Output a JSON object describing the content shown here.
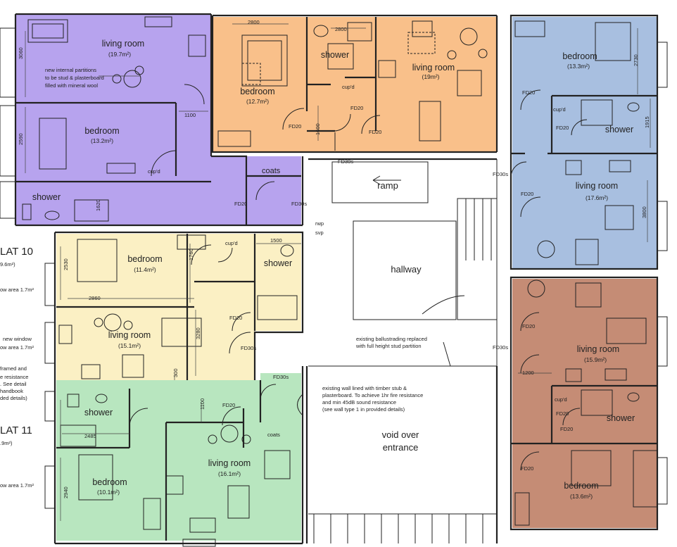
{
  "colors": {
    "purple": "#b7a3ee",
    "orange": "#f9c08a",
    "blue": "#a8bfe0",
    "yellow": "#fbf0c4",
    "green": "#b8e6bf",
    "brown": "#c58c75"
  },
  "flat_labels": {
    "flat10_title": "LAT 10",
    "flat10_area": "9.6m²)",
    "flat10_win1": "ow area 1.7m²",
    "flat10_win2a": "new window",
    "flat10_win2b": "ow area 1.7m²",
    "flat10_note1": "framed and",
    "flat10_note2": "e resistance",
    "flat10_note3": ". See detail",
    "flat10_note4": "handbook",
    "flat10_note5": "ded details)",
    "flat11_title": "LAT 11",
    "flat11_area": ".9m²)",
    "flat11_win": "ow area 1.7m²"
  },
  "purple_flat": {
    "living": "living room",
    "living_area": "(19.7m²)",
    "bedroom": "bedroom",
    "bedroom_area": "(13.2m²)",
    "shower": "shower",
    "cupd": "cup'd",
    "coats": "coats",
    "fd20": "FD20",
    "fd30s": "FD30s",
    "note1": "new internal partitions",
    "note2": "to be stud & plasterboard",
    "note3": "filled with mineral wool",
    "dim_3060": "3060",
    "dim_2590": "2590",
    "dim_1100": "1100",
    "dim_1620": "1620"
  },
  "orange_flat": {
    "bedroom": "bedroom",
    "bedroom_area": "(12.7m²)",
    "shower": "shower",
    "cupd": "cup'd",
    "living": "living room",
    "living_area": "(19m²)",
    "fd20a": "FD20",
    "fd20b": "FD20",
    "fd20c": "FD20",
    "fd30s": "FD30s",
    "dim_2800a": "2800",
    "dim_2800b": "2800",
    "dim_1600": "1600"
  },
  "blue_flat": {
    "bedroom": "bedroom",
    "bedroom_area": "(13.3m²)",
    "cupd": "cup'd",
    "shower": "shower",
    "living": "living room",
    "living_area": "(17.6m²)",
    "fd20a": "FD20",
    "fd20b": "FD20",
    "fd20c": "FD20",
    "fd30s": "FD30s",
    "dim_2730": "2730",
    "dim_1915": "1915",
    "dim_3800": "3800"
  },
  "yellow_flat": {
    "bedroom": "bedroom",
    "bedroom_area": "(11.4m²)",
    "cupd": "cup'd",
    "shower": "shower",
    "living": "living room",
    "living_area": "(15.1m²)",
    "fd20": "FD20",
    "fd30s": "FD30s",
    "dim_2530": "2530",
    "dim_1760": "1760",
    "dim_1500": "1500",
    "dim_2860": "2860",
    "dim_3280": "3280",
    "dim_300": "300"
  },
  "green_flat": {
    "shower": "shower",
    "bedroom": "bedroom",
    "bedroom_area": "(10.1m²)",
    "living": "living room",
    "living_area": "(16.1m²)",
    "coats": "coats",
    "fd20": "FD20",
    "fd30s": "FD30s",
    "dim_2485": "2485",
    "dim_2940": "2940",
    "dim_1100": "1100"
  },
  "brown_flat": {
    "living": "living room",
    "living_area": "(15.9m²)",
    "cupd": "cup'd",
    "shower": "shower",
    "bedroom": "bedroom",
    "bedroom_area": "(13.6m²)",
    "fd20a": "FD20",
    "fd20b": "FD20",
    "fd20c": "FD20",
    "fd20d": "FD20",
    "fd30s": "FD30s",
    "dim_1200": "1200"
  },
  "common": {
    "ramp": "ramp",
    "hallway": "hallway",
    "rwp": "rwp",
    "svp": "svp",
    "void1": "void over",
    "void2": "entrance",
    "ballus1": "existing ballustrading replaced",
    "ballus2": "with full height stud partition",
    "wall1": "existing wall lined with timber stub &",
    "wall2": "plasterboard.  To achieve 1hr fire resistance",
    "wall3": "and min 45dB sound resistance",
    "wall4": "(see wall type 1 in provided details)"
  }
}
